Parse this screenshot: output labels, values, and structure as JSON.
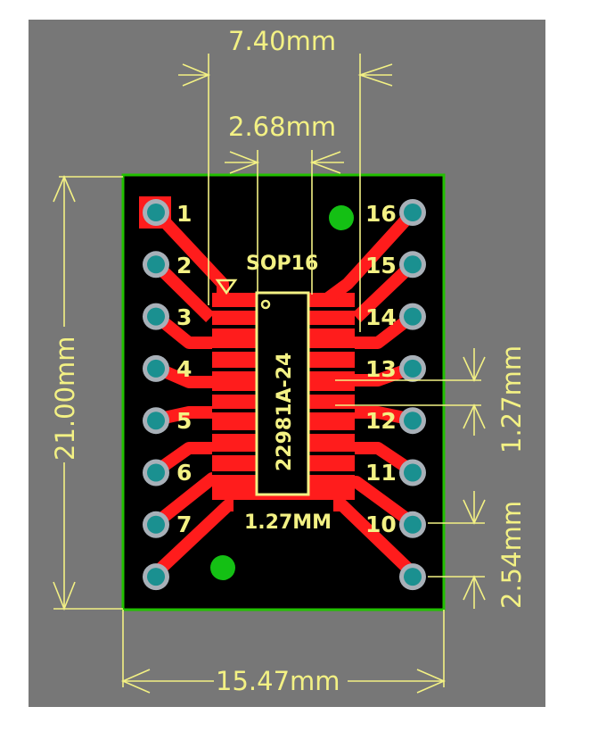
{
  "colors": {
    "background": "#777777",
    "board": "#000000",
    "outline": "#22c000",
    "copper": "#ff1c1c",
    "pad_ring": "#a8b0b8",
    "pad_center": "#1a9090",
    "via": "#14c014",
    "dimension": "#f3f184"
  },
  "dimensions": {
    "lead_span": "7.40mm",
    "inner_span": "2.68mm",
    "board_height": "21.00mm",
    "board_width": "15.47mm",
    "smd_pitch": "1.27mm",
    "pin_pitch": "2.54mm"
  },
  "silkscreen": {
    "package": "SOP16",
    "chip_label": "22981A-24",
    "pitch_label": "1.27MM"
  },
  "pins_left": [
    "1",
    "2",
    "3",
    "4",
    "5",
    "6",
    "7"
  ],
  "pins_right": [
    "16",
    "15",
    "14",
    "13",
    "12",
    "11",
    "10"
  ]
}
